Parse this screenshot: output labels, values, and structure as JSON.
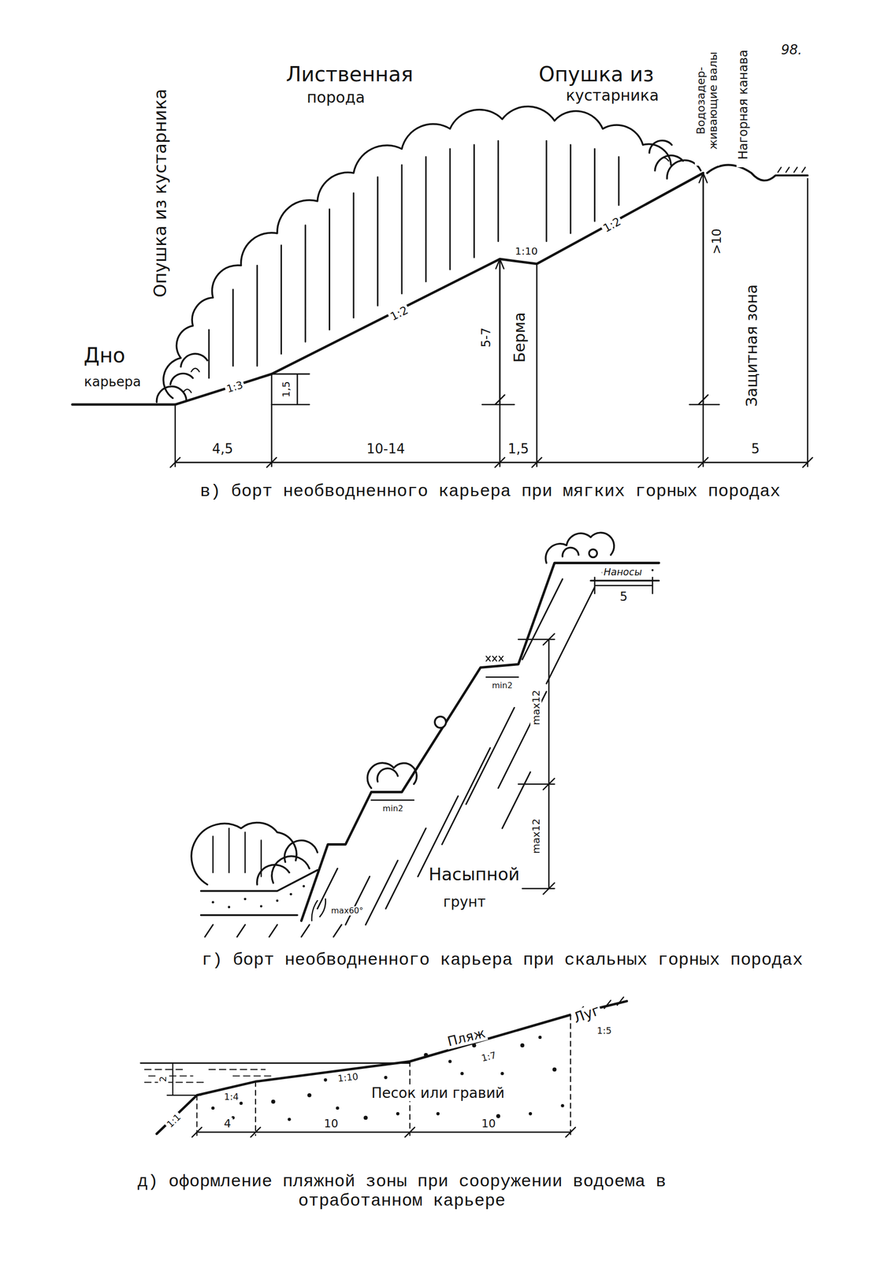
{
  "diagram": {
    "labels": [
      "98.",
      "Лиственная",
      "порода",
      "Опушка из",
      "кустарника",
      "Опушка из кустарника",
      "Водозадер- живающие валы",
      "Нагорная канава",
      "1:10",
      "1:2",
      "1:2",
      "1:3",
      "1,5",
      "5-7",
      "Берма",
      ">10",
      "Защитная зона",
      "Дно",
      "карьера",
      "4,5",
      "10-14",
      "1,5",
      "5",
      "в) борт необводненного карьера при мягких горных породах",
      "Наносы",
      "5",
      "min2",
      "max12",
      "max12",
      "min2",
      "Насыпной",
      "грунт",
      "max60°",
      "г) борт необводненного карьера при скальных горных породах",
      "Луг",
      "1:5",
      "Пляж",
      "1:7",
      "1:10",
      "Песок или гравий",
      "2",
      "1:4",
      "1:1",
      "4",
      "10",
      "10",
      "д) оформление пляжной зоны при сооружении водоема в отработанном карьере"
    ]
  }
}
